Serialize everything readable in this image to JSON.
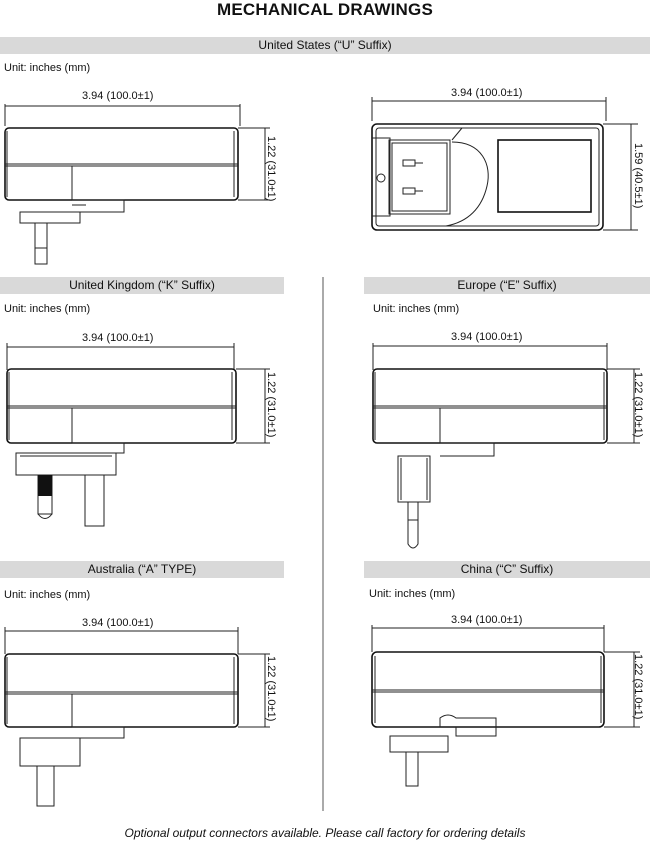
{
  "title": "MECHANICAL DRAWINGS",
  "sections": {
    "us": {
      "heading": "United States (“U” Suffix)"
    },
    "uk": {
      "heading": "United Kingdom (“K” Suffix)"
    },
    "eu": {
      "heading": "Europe (“E” Suffix)"
    },
    "au": {
      "heading": "Australia (“A” TYPE)"
    },
    "cn": {
      "heading": "China (“C” Suffix)"
    }
  },
  "unit_label": "Unit: inches (mm)",
  "dims": {
    "width": "3.94 (100.0±1)",
    "height": "1.22 (31.0±1)",
    "depth": "1.59 (40.5±1)"
  },
  "footer": "Optional output connectors available. Please call factory for ordering details"
}
